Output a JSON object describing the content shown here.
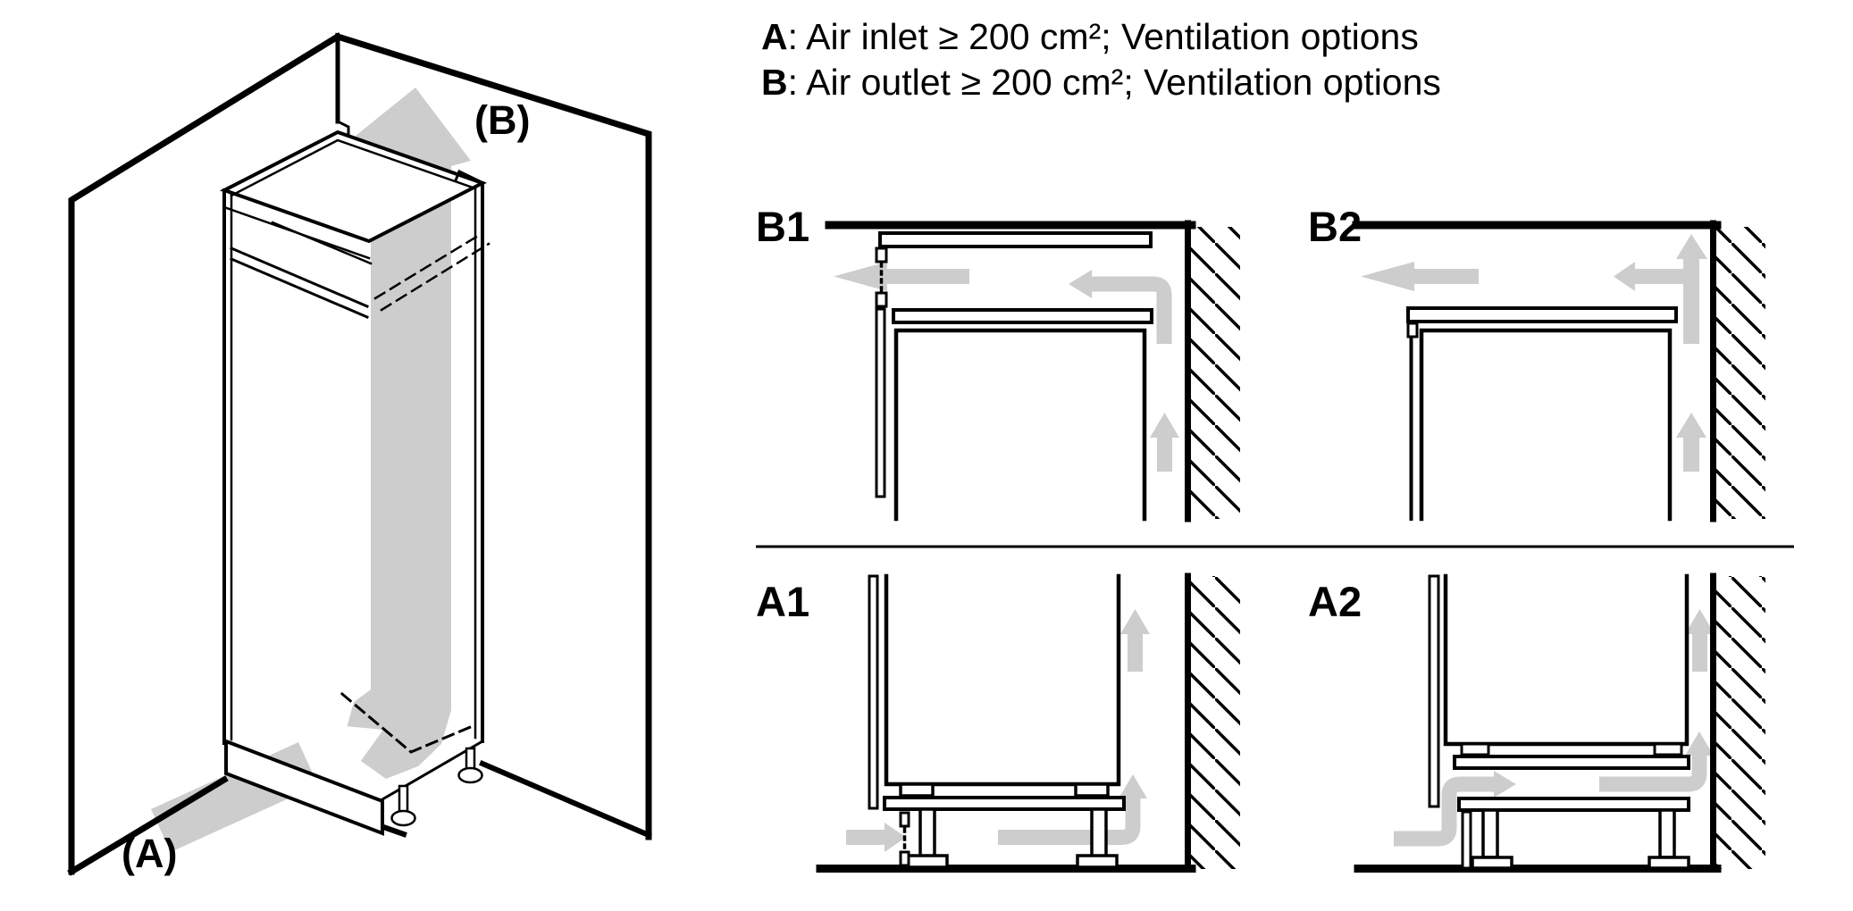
{
  "colors": {
    "line": "#000000",
    "airflow_arrow": "#cdcdcd",
    "background": "#ffffff"
  },
  "legend": {
    "items": [
      {
        "key": "A",
        "text": ": Air inlet ≥ 200 cm²; Ventilation options"
      },
      {
        "key": "B",
        "text": ": Air outlet ≥ 200 cm²; Ventilation options"
      }
    ]
  },
  "overview_diagram": {
    "air_outlet_label": "(B)",
    "air_inlet_label": "(A)"
  },
  "ventilation_panels": [
    {
      "id": "B1",
      "label": "B1"
    },
    {
      "id": "B2",
      "label": "B2"
    },
    {
      "id": "A1",
      "label": "A1"
    },
    {
      "id": "A2",
      "label": "A2"
    }
  ]
}
